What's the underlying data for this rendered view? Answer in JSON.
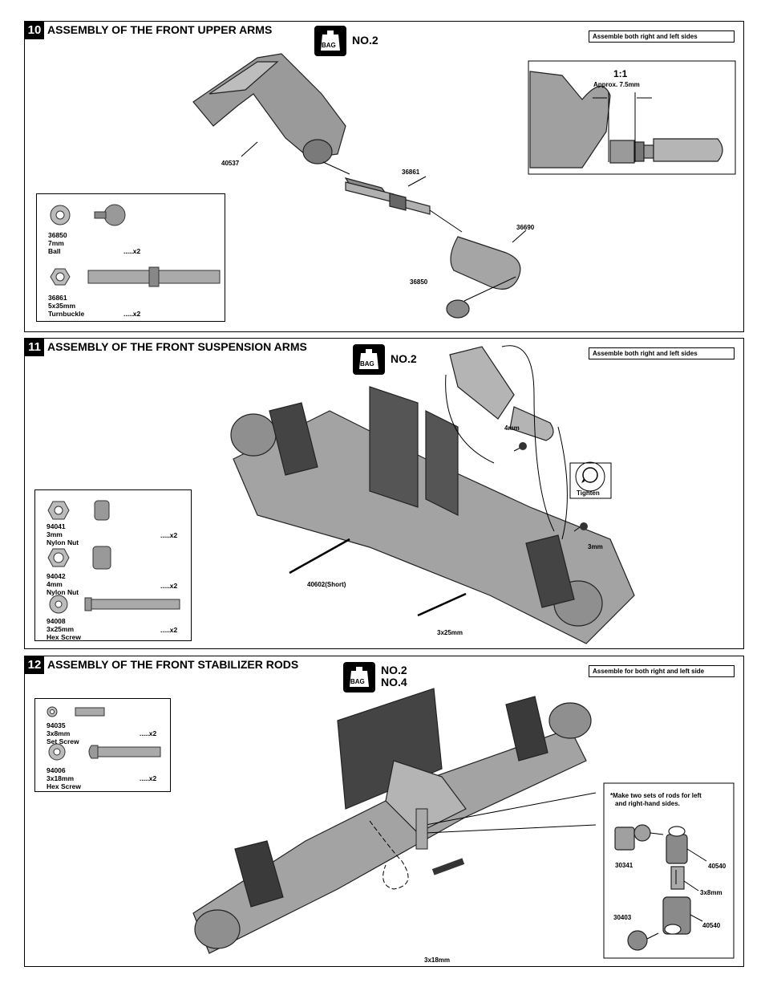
{
  "steps": [
    {
      "number": "10",
      "title": "ASSEMBLY OF THE FRONT UPPER ARMS",
      "bag_label": "BAG",
      "bag_numbers": [
        "NO.2"
      ],
      "note": "Assemble both right and left sides",
      "parts": [
        {
          "code": "36850",
          "size": "7mm",
          "name": "Ball",
          "qty": ".....x2"
        },
        {
          "code": "36861",
          "size": "5x35mm",
          "name": "Turnbuckle",
          "qty": ".....x2"
        }
      ],
      "callouts": [
        "40537",
        "36861",
        "36690",
        "36850"
      ],
      "detail": {
        "scale": "1:1",
        "measure": "Approx. 7.5mm"
      }
    },
    {
      "number": "11",
      "title": "ASSEMBLY OF THE FRONT SUSPENSION ARMS",
      "bag_label": "BAG",
      "bag_numbers": [
        "NO.2"
      ],
      "note": "Assemble both right and left sides",
      "parts": [
        {
          "code": "94041",
          "size": "3mm",
          "name": "Nylon Nut",
          "qty": ".....x2"
        },
        {
          "code": "94042",
          "size": "4mm",
          "name": "Nylon Nut",
          "qty": ".....x2"
        },
        {
          "code": "94008",
          "size": "3x25mm",
          "name": "Hex Screw",
          "qty": ".....x2"
        }
      ],
      "callouts": [
        "4mm",
        "Tighten",
        "3mm",
        "40602(Short)",
        "3x25mm"
      ]
    },
    {
      "number": "12",
      "title": "ASSEMBLY OF THE FRONT STABILIZER RODS",
      "bag_label": "BAG",
      "bag_numbers": [
        "NO.2",
        "NO.4"
      ],
      "note": "Assemble for both right and left side",
      "parts": [
        {
          "code": "94035",
          "size": "3x8mm",
          "name": "Set Screw",
          "qty": ".....x2"
        },
        {
          "code": "94006",
          "size": "3x18mm",
          "name": "Hex Screw",
          "qty": ".....x2"
        }
      ],
      "callouts": [
        "3x18mm"
      ],
      "detail": {
        "note_line1": "*Make two sets of rods for left",
        "note_line2": "and right-hand sides.",
        "labels": [
          "30341",
          "40540",
          "3x8mm",
          "30403",
          "40540"
        ]
      }
    }
  ]
}
